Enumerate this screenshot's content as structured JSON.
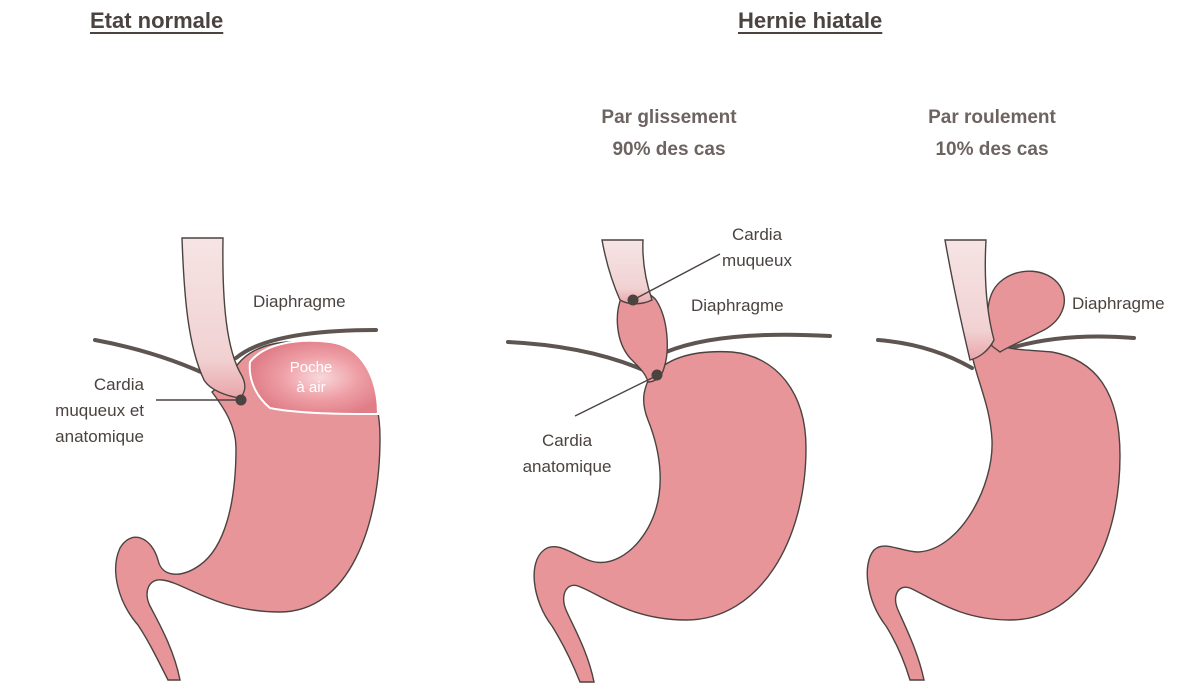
{
  "headings": {
    "normal": "Etat normale",
    "hernia": "Hernie hiatale"
  },
  "sliding": {
    "title": "Par glissement",
    "pct": "90% des cas"
  },
  "rolling": {
    "title": "Par roulement",
    "pct": "10% des cas"
  },
  "labels": {
    "diaphragm": "Diaphragme",
    "air_pocket_1": "Poche",
    "air_pocket_2": "à air",
    "cardia_normal_1": "Cardia",
    "cardia_normal_2": "muqueux et",
    "cardia_normal_3": "anatomique",
    "cardia_mucous_1": "Cardia",
    "cardia_mucous_2": "muqueux",
    "cardia_anat_1": "Cardia",
    "cardia_anat_2": "anatomique"
  },
  "colors": {
    "stomach": "#e8959a",
    "esophagus": "#f4dede",
    "outline": "#4a4340",
    "air_pocket": "#e7868f"
  }
}
